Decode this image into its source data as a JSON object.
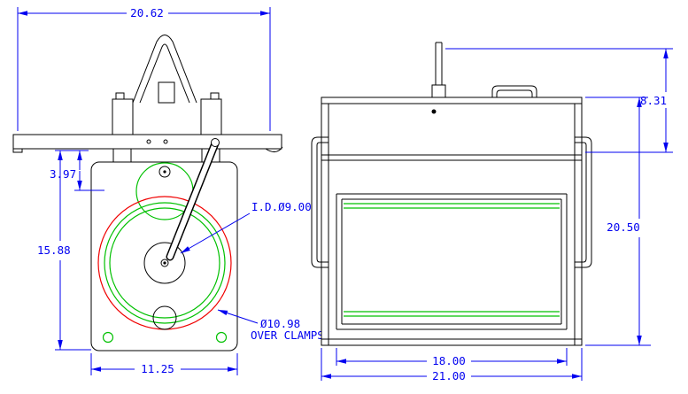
{
  "front_view": {
    "dim_overall_width": "20.62",
    "dim_pulley_offset": "3.97",
    "dim_body_height": "15.88",
    "dim_body_width": "11.25",
    "label_inner_diameter": "I.D.Ø9.00",
    "label_over_clamps_diameter": "Ø10.98",
    "label_over_clamps_caption": "OVER CLAMPS"
  },
  "side_view": {
    "dim_cable_height": "8.31",
    "dim_overall_height": "20.50",
    "dim_drum_width": "18.00",
    "dim_overall_width": "21.00"
  },
  "colors": {
    "dimension_blue": "#0000f0",
    "outline_black": "#000000",
    "cable_green": "#00c000",
    "clamp_red": "#f00000",
    "background": "#ffffff"
  }
}
